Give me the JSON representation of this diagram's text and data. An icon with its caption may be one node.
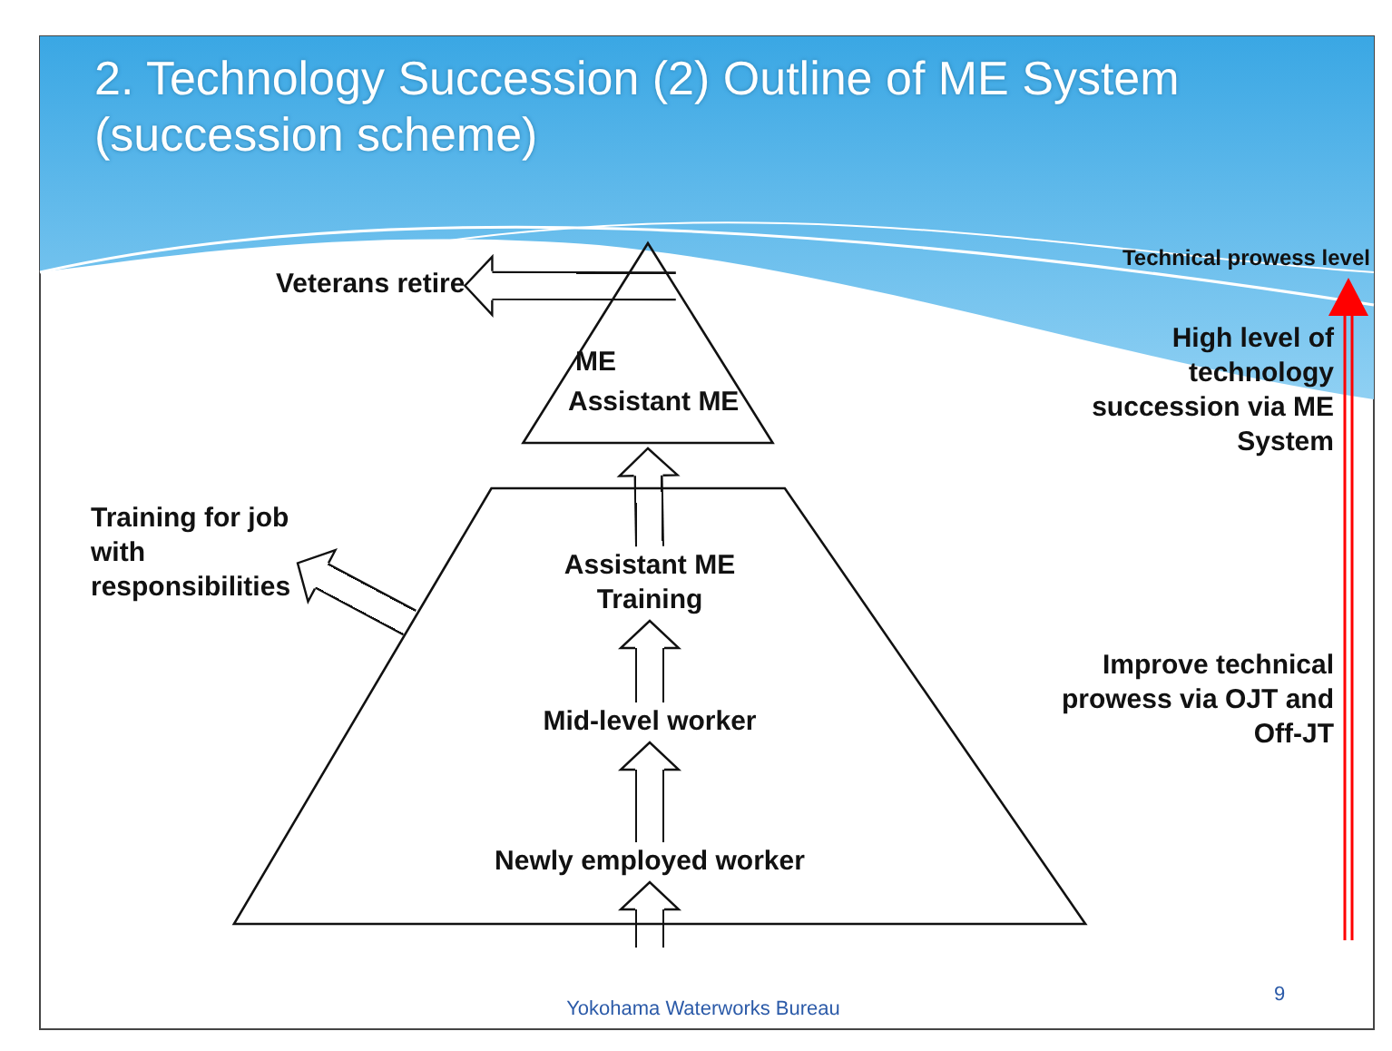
{
  "diagram": {
    "title": "2. Technology Succession (2) Outline of ME System (succession scheme)",
    "nodes": [
      {
        "text": [
          "ME",
          "Assistant ME"
        ]
      },
      {
        "text": [],
        "shape": "trapezoid"
      },
      {
        "text": [
          "Assistant ME Training"
        ],
        "in": 1
      },
      {
        "text": [
          "Mid-level worker"
        ],
        "in": 1
      },
      {
        "text": [
          "Newly employed worker"
        ],
        "in": 1
      },
      {
        "text": [
          "Veterans retire"
        ]
      },
      {
        "text": [
          "Training for job with responsibilities"
        ]
      }
    ],
    "edges": [
      {
        "from": null,
        "to": 4,
        "arrow": "to"
      },
      {
        "from": 4,
        "to": 3,
        "arrow": "to"
      },
      {
        "from": 3,
        "to": 2,
        "arrow": "to"
      },
      {
        "from": 2,
        "to": 0,
        "arrow": "to"
      },
      {
        "from": 0,
        "to": 5,
        "arrow": "to"
      },
      {
        "from": 1,
        "to": 6,
        "arrow": "to"
      }
    ],
    "labels": [
      "Technical prowess level",
      "High level of technology succession via ME System",
      "Improve technical prowess via OJT and Off-JT",
      "Yokohama Waterworks Bureau",
      "9"
    ]
  }
}
